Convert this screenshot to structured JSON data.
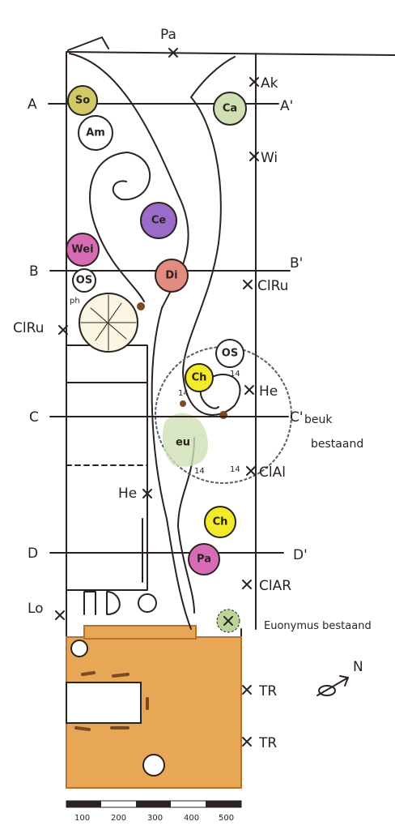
{
  "plan": {
    "colors": {
      "ink": "#2b2320",
      "terrace": "#e8a657",
      "terrace_edge": "#b9722c",
      "green": "#cfe0b4",
      "yellow": "#f2ea2a",
      "purple": "#9a6bc8",
      "salmon": "#e28c80",
      "pink": "#d86bb6",
      "olive": "#d2c866",
      "dot": "#7a4a22"
    },
    "sections": [
      {
        "left": "A",
        "right": "A'"
      },
      {
        "left": "B",
        "right": "B'"
      },
      {
        "left": "C",
        "right": "C'"
      },
      {
        "left": "D",
        "right": "D'"
      }
    ],
    "plants": {
      "so": "So",
      "am": "Am",
      "ca": "Ca",
      "ce": "Ce",
      "wei": "Wei",
      "os1": "OS",
      "di": "Di",
      "os2": "OS",
      "ch1": "Ch",
      "eu": "eu",
      "ch2": "Ch",
      "pa": "Pa"
    },
    "markers": {
      "pa_top": "Pa",
      "ak": "Ak",
      "wi": "Wi",
      "clru_right": "ClRu",
      "clru_left": "ClRu",
      "he_right": "He",
      "clal": "ClAl",
      "he_center": "He",
      "clar": "ClAR",
      "lo": "Lo",
      "tr1": "TR",
      "tr2": "TR"
    },
    "notes": {
      "beuk": "beuk",
      "bestaand": "bestaand",
      "euonymus": "Euonymus bestaand",
      "ph": "ph",
      "n": "N",
      "num_14a": "14",
      "num_14b": "14",
      "num_14c": "14",
      "num_14d": "14"
    },
    "scale": [
      "100",
      "200",
      "300",
      "400",
      "500"
    ]
  }
}
